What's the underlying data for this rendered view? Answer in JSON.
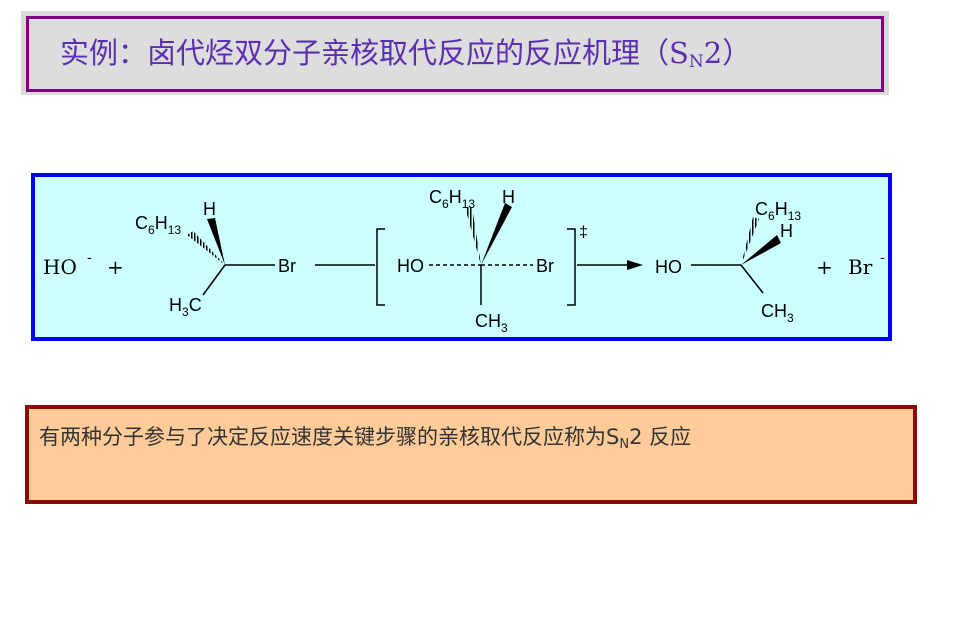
{
  "title": {
    "main": "实例：卤代烃双分子亲核取代反应的反应机理（S",
    "sub": "N",
    "end": "2）"
  },
  "reaction": {
    "nucleophile": "HO",
    "nucleophile_charge": "-",
    "plus_left": "+",
    "substrate": {
      "c6h13": "C6H13",
      "h": "H",
      "ch3": "H3C",
      "br": "Br"
    },
    "transition_state": {
      "c6h13": "C6H13",
      "h": "H",
      "ho": "HO",
      "br": "Br",
      "ch3": "CH3",
      "double_dagger": "‡"
    },
    "product": {
      "c6h13": "C6H13",
      "h": "H",
      "ho": "HO",
      "ch3": "CH3"
    },
    "plus_right": "+",
    "leaving_group": "Br",
    "leaving_charge": "-"
  },
  "definition": {
    "text_before": "有两种分子参与了决定反应速度关键步骤的亲核取代反应称为S",
    "sub": "N",
    "text_after": "2 反应"
  }
}
